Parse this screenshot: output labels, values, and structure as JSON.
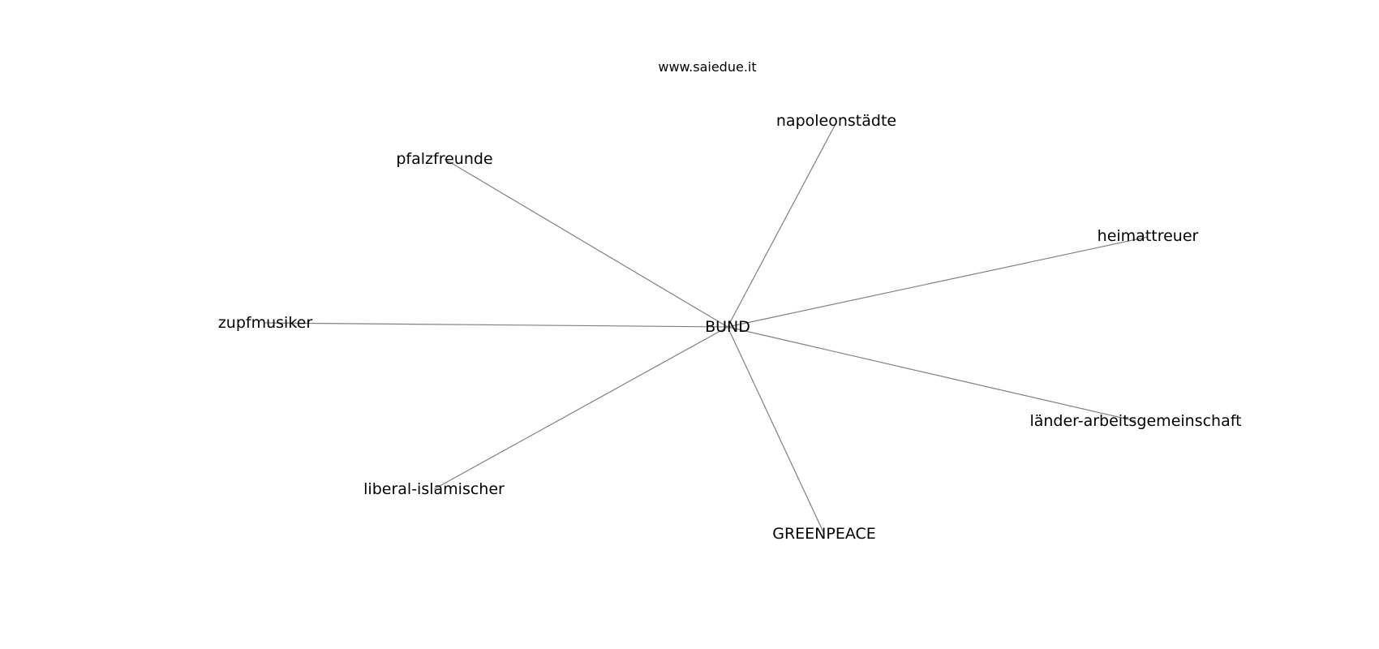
{
  "diagram": {
    "title": "www.saiedue.it",
    "center": "BUND",
    "nodes": [
      {
        "id": "BUND",
        "label": "BUND"
      },
      {
        "id": "napoleonstadte",
        "label": "napoleonstädte"
      },
      {
        "id": "pfalzfreunde",
        "label": "pfalzfreunde"
      },
      {
        "id": "heimattreuer",
        "label": "heimattreuer"
      },
      {
        "id": "zupfmusiker",
        "label": "zupfmusiker"
      },
      {
        "id": "lander",
        "label": "länder-arbeitsgemeinschaft"
      },
      {
        "id": "liberal",
        "label": "liberal-islamischer"
      },
      {
        "id": "greenpeace",
        "label": "GREENPEACE"
      }
    ],
    "edges": [
      {
        "source": "BUND",
        "target": "napoleonstadte"
      },
      {
        "source": "BUND",
        "target": "pfalzfreunde"
      },
      {
        "source": "BUND",
        "target": "heimattreuer"
      },
      {
        "source": "BUND",
        "target": "zupfmusiker"
      },
      {
        "source": "BUND",
        "target": "lander"
      },
      {
        "source": "BUND",
        "target": "liberal"
      },
      {
        "source": "BUND",
        "target": "greenpeace"
      }
    ]
  }
}
